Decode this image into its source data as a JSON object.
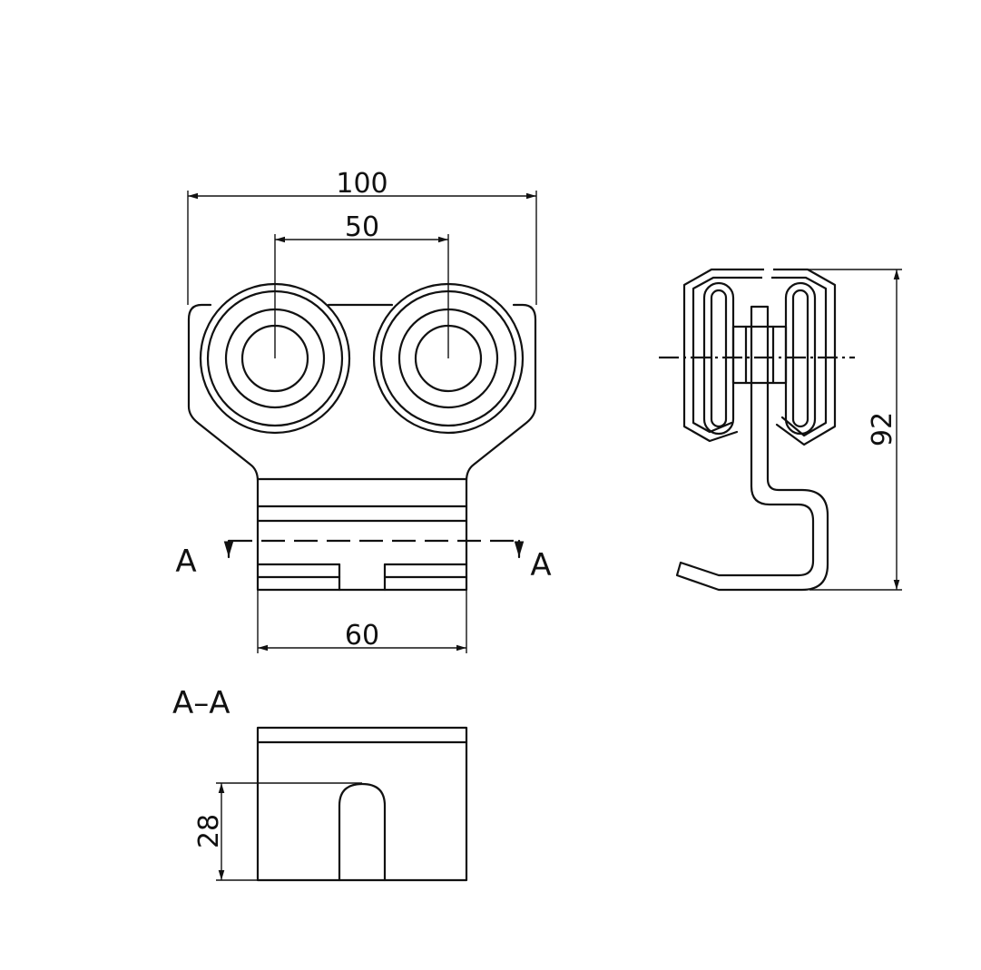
{
  "dimensions": {
    "overall_width": "100",
    "wheel_spacing": "50",
    "stem_width": "60",
    "total_height": "92",
    "slot_depth": "28"
  },
  "section_labels": {
    "cut_left": "A",
    "cut_right": "A",
    "section_title": "A–A"
  }
}
